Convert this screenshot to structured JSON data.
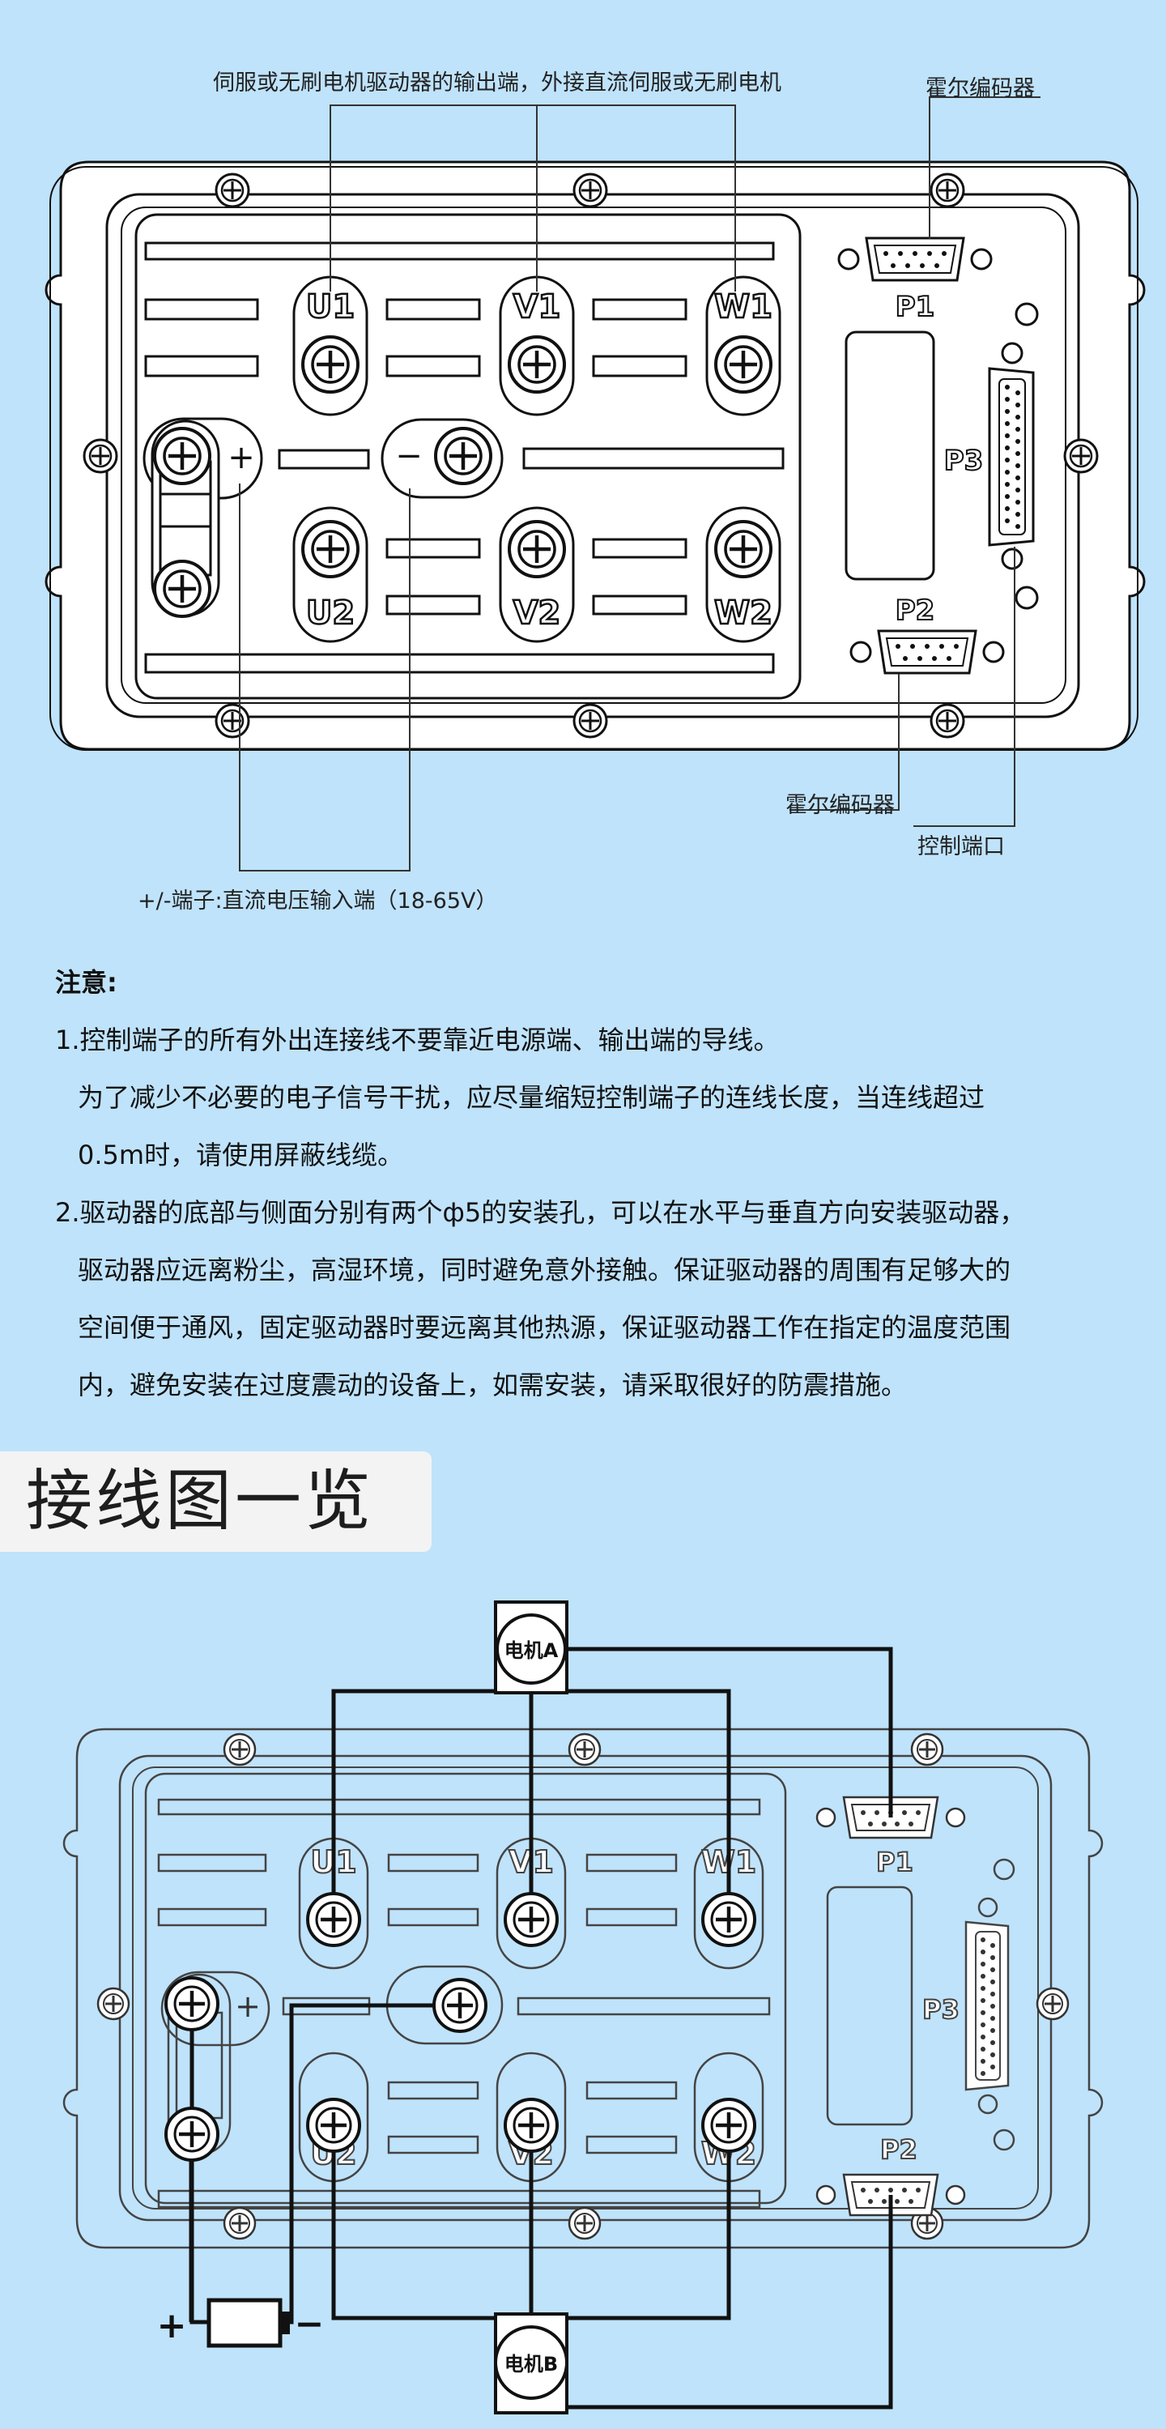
{
  "diagram1": {
    "label_output": "伺服或无刷电机驱动器的输出端，外接直流伺服或无刷电机",
    "label_hall_top": "霍尔编码器",
    "label_hall_bottom": "霍尔编码器",
    "label_control": "控制端口",
    "label_power": "+/-端子:直流电压输入端（18-65V）"
  },
  "panel": {
    "terminals_top": [
      "U1",
      "V1",
      "W1"
    ],
    "terminals_bottom": [
      "U2",
      "V2",
      "W2"
    ],
    "plus": "+",
    "minus": "−",
    "p1": "P1",
    "p2": "P2",
    "p3": "P3"
  },
  "notes": {
    "title": "注意:",
    "item1_line1": "1.控制端子的所有外出连接线不要靠近电源端、输出端的导线。",
    "item1_line2": "为了减少不必要的电子信号干扰，应尽量缩短控制端子的连线长度，当连线超过",
    "item1_line3": "0.5m时，请使用屏蔽线缆。",
    "item2_line1": "2.驱动器的底部与侧面分别有两个ф5的安装孔，可以在水平与垂直方向安装驱动器，",
    "item2_line2": "驱动器应远离粉尘，高湿环境，同时避免意外接触。保证驱动器的周围有足够大的",
    "item2_line3": "空间便于通风，固定驱动器时要远离其他热源，保证驱动器工作在指定的温度范围",
    "item2_line4": "内，避免安装在过度震动的设备上，如需安装，请采取很好的防震措施。"
  },
  "banner": {
    "title": "接线图一览"
  },
  "diagram2": {
    "motor_a": "电机A",
    "motor_b": "电机B",
    "supply_plus": "+",
    "supply_minus": "−"
  }
}
